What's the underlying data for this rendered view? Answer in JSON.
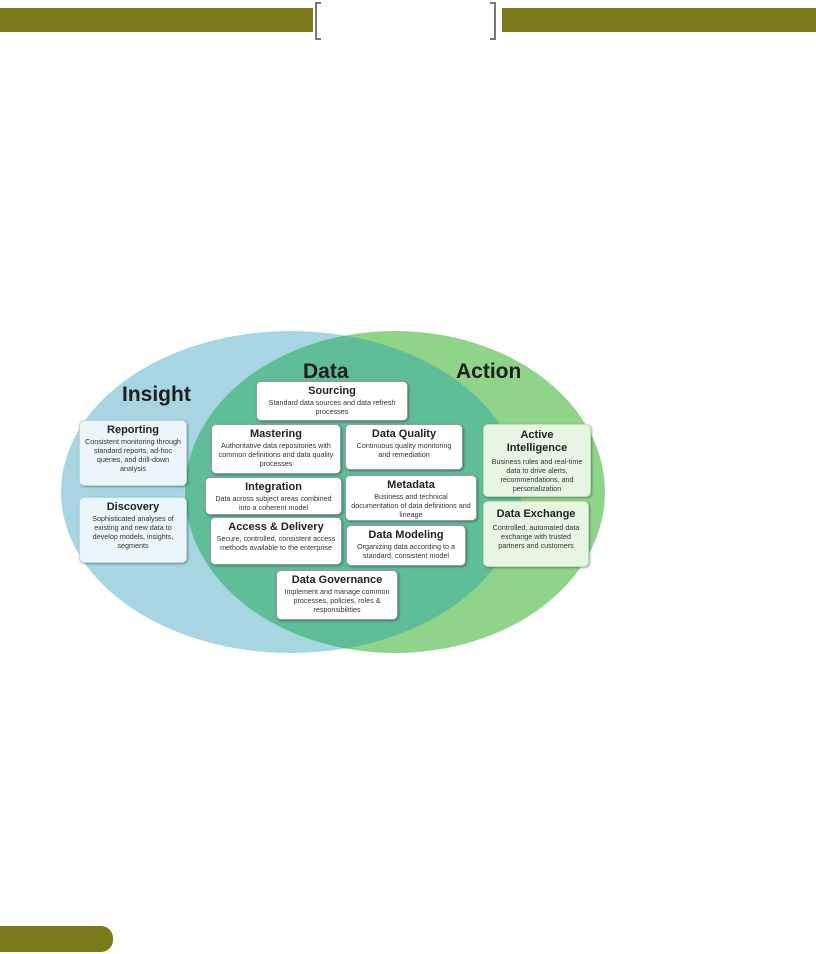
{
  "colors": {
    "header_bar": "#7a7a1a",
    "insight": "#a7d6e2",
    "action": "#8fd488",
    "data": "#5fbd98"
  },
  "circles": {
    "insight": "Insight",
    "data": "Data",
    "action": "Action"
  },
  "insight_boxes": [
    {
      "title": "Reporting",
      "desc": "Consistent monitoring through standard reports, ad-hoc queries, and drill-down analysis"
    },
    {
      "title": "Discovery",
      "desc": "Sophisticated analyses of existing and new data to develop models, insights, segments"
    }
  ],
  "data_boxes": {
    "sourcing": {
      "title": "Sourcing",
      "desc": "Standard data sources and data refresh processes"
    },
    "mastering": {
      "title": "Mastering",
      "desc": "Authoritative data repositories with common definitions and data quality processes"
    },
    "data_quality": {
      "title": "Data Quality",
      "desc": "Continuous quality monitoring and remediation"
    },
    "integration": {
      "title": "Integration",
      "desc": "Data across subject areas combined into a coherent model"
    },
    "metadata": {
      "title": "Metadata",
      "desc": "Business and technical documentation of data definitions and lineage"
    },
    "access_delivery": {
      "title": "Access & Delivery",
      "desc": "Secure, controlled, consistent access methods available to the enterprise"
    },
    "data_modeling": {
      "title": "Data Modeling",
      "desc": "Organizing data according to a standard, consistent model"
    },
    "data_governance": {
      "title": "Data Governance",
      "desc": "Implement and manage common processes, policies, roles & responsibilities"
    }
  },
  "action_boxes": [
    {
      "title": "Active Intelligence",
      "desc": "Business rules and real-time data to drive alerts, recommendations, and personalization"
    },
    {
      "title": "Data Exchange",
      "desc": "Controlled, automated data exchange with trusted partners and customers"
    }
  ]
}
